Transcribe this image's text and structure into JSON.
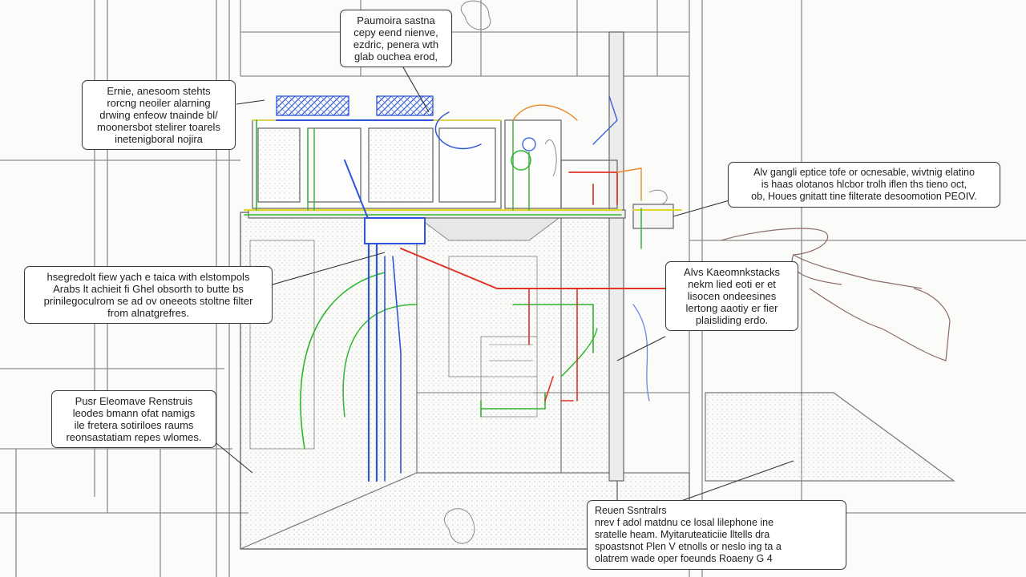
{
  "colors": {
    "blue_pipe": "#2f56d8",
    "green_pipe": "#2fb52f",
    "red_pipe": "#e0332a",
    "yellow_pipe": "#e3d62a",
    "orange_pipe": "#e98a2a",
    "sketch_line": "#8c8c8c",
    "callout_border": "#3a3a3a"
  },
  "callouts": [
    {
      "id": "top",
      "lines": [
        "Paumoira sastna",
        "cepy eend nienve,",
        "ezdric, penera wth",
        "glab ouchea erod,"
      ]
    },
    {
      "id": "upper-left",
      "lines": [
        "Ernie, anesoom stehts",
        "rorcng neoiler alarning",
        "drwing enfeow tnainde bl/",
        "moonersbot stelirer toarels",
        "inetenigboral nojira"
      ]
    },
    {
      "id": "right",
      "lines": [
        "Alv gangli eptice tofe or ocnesable, wivtnig elatino",
        "is haas olotanos hlcbor trolh iflen ths tieno oct,",
        "ob, Houes gnitatt tine filterate desoomotion PEOIV."
      ]
    },
    {
      "id": "middle-left",
      "lines": [
        "hsegredolt fiew yach e taica with elstompols",
        "Arabs lt achieit fi Ghel obsorth to butte bs",
        "prinilegoculrom se ad ov oneeots stoltne filter",
        "from alnatgrefres."
      ]
    },
    {
      "id": "middle-right",
      "lines": [
        "Alvs Kaeomnkstacks",
        "nekm lied eoti er et",
        "lisocen ondeesines",
        "lertong aaotiy er fier",
        "plaisliding erdo."
      ]
    },
    {
      "id": "lower-left",
      "lines": [
        "Pusr Eleomave Renstruis",
        "leodes bmann ofat namigs",
        "ile fretera sotiriloes raums",
        "reonsastatiam repes wlomes."
      ]
    },
    {
      "id": "bottom-right",
      "lines": [
        "Reuen Ssntralrs",
        "nrev f adol matdnu ce losal lilephone ine",
        "sratelle heam. Myitaruteaticiie lltells dra",
        "spoastsnot Plen V etnolls or neslo ing ta a",
        "olatrem wade oper foeunds Roaeny G 4"
      ]
    }
  ]
}
